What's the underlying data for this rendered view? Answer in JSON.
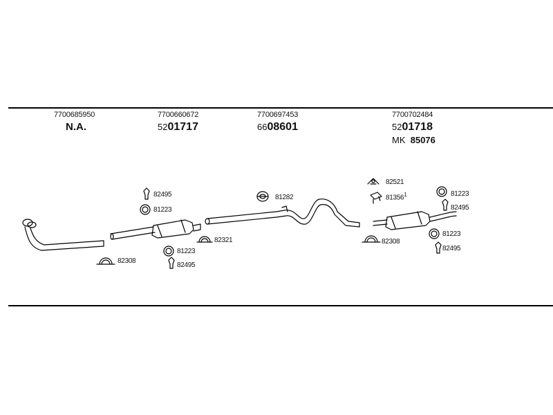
{
  "columns": [
    {
      "oe": "7700685950",
      "label": "N.A."
    },
    {
      "oe": "7700660672",
      "prefix": "52",
      "part": "01717"
    },
    {
      "oe": "7700697453",
      "prefix": "66",
      "part": "08601"
    },
    {
      "oe": "7700702484",
      "prefix": "52",
      "part": "01718",
      "mk_prefix": "MK",
      "mk_number": "85076"
    }
  ],
  "parts": {
    "p82495": "82495",
    "p81223": "81223",
    "p82308": "82308",
    "p82321": "82321",
    "p81282": "81282",
    "p82521": "82521",
    "p81356": "81356",
    "p81356_sup": "1"
  },
  "colors": {
    "line": "#000000",
    "text": "#111111",
    "background": "#ffffff"
  }
}
